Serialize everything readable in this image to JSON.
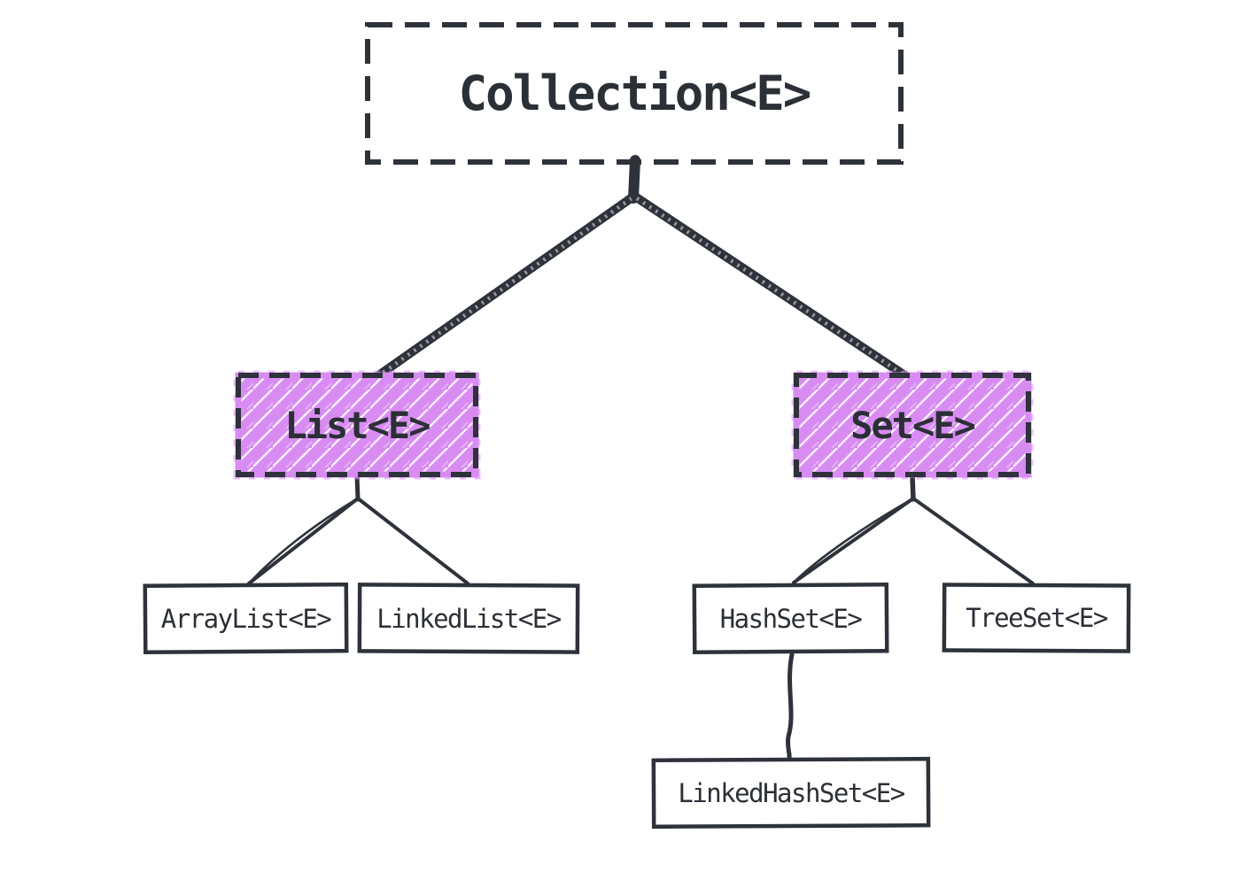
{
  "canvas": {
    "background": "#ffffff",
    "ink_color": "#2e323a",
    "accent_fill": "#d88cf2"
  },
  "nodes": {
    "collection": {
      "label": "Collection<E>",
      "style": "dashed-plain"
    },
    "list": {
      "label": "List<E>",
      "style": "dashed-purple"
    },
    "set": {
      "label": "Set<E>",
      "style": "dashed-purple"
    },
    "arraylist": {
      "label": "ArrayList<E>",
      "style": "solid-plain"
    },
    "linkedlist": {
      "label": "LinkedList<E>",
      "style": "solid-plain"
    },
    "hashset": {
      "label": "HashSet<E>",
      "style": "solid-plain"
    },
    "treeset": {
      "label": "TreeSet<E>",
      "style": "solid-plain"
    },
    "linkedhashset": {
      "label": "LinkedHashSet<E>",
      "style": "solid-plain"
    }
  },
  "edges": [
    {
      "from": "Collection<E>",
      "to": "List<E>"
    },
    {
      "from": "Collection<E>",
      "to": "Set<E>"
    },
    {
      "from": "List<E>",
      "to": "ArrayList<E>"
    },
    {
      "from": "List<E>",
      "to": "LinkedList<E>"
    },
    {
      "from": "Set<E>",
      "to": "HashSet<E>"
    },
    {
      "from": "Set<E>",
      "to": "TreeSet<E>"
    },
    {
      "from": "HashSet<E>",
      "to": "LinkedHashSet<E>"
    }
  ]
}
